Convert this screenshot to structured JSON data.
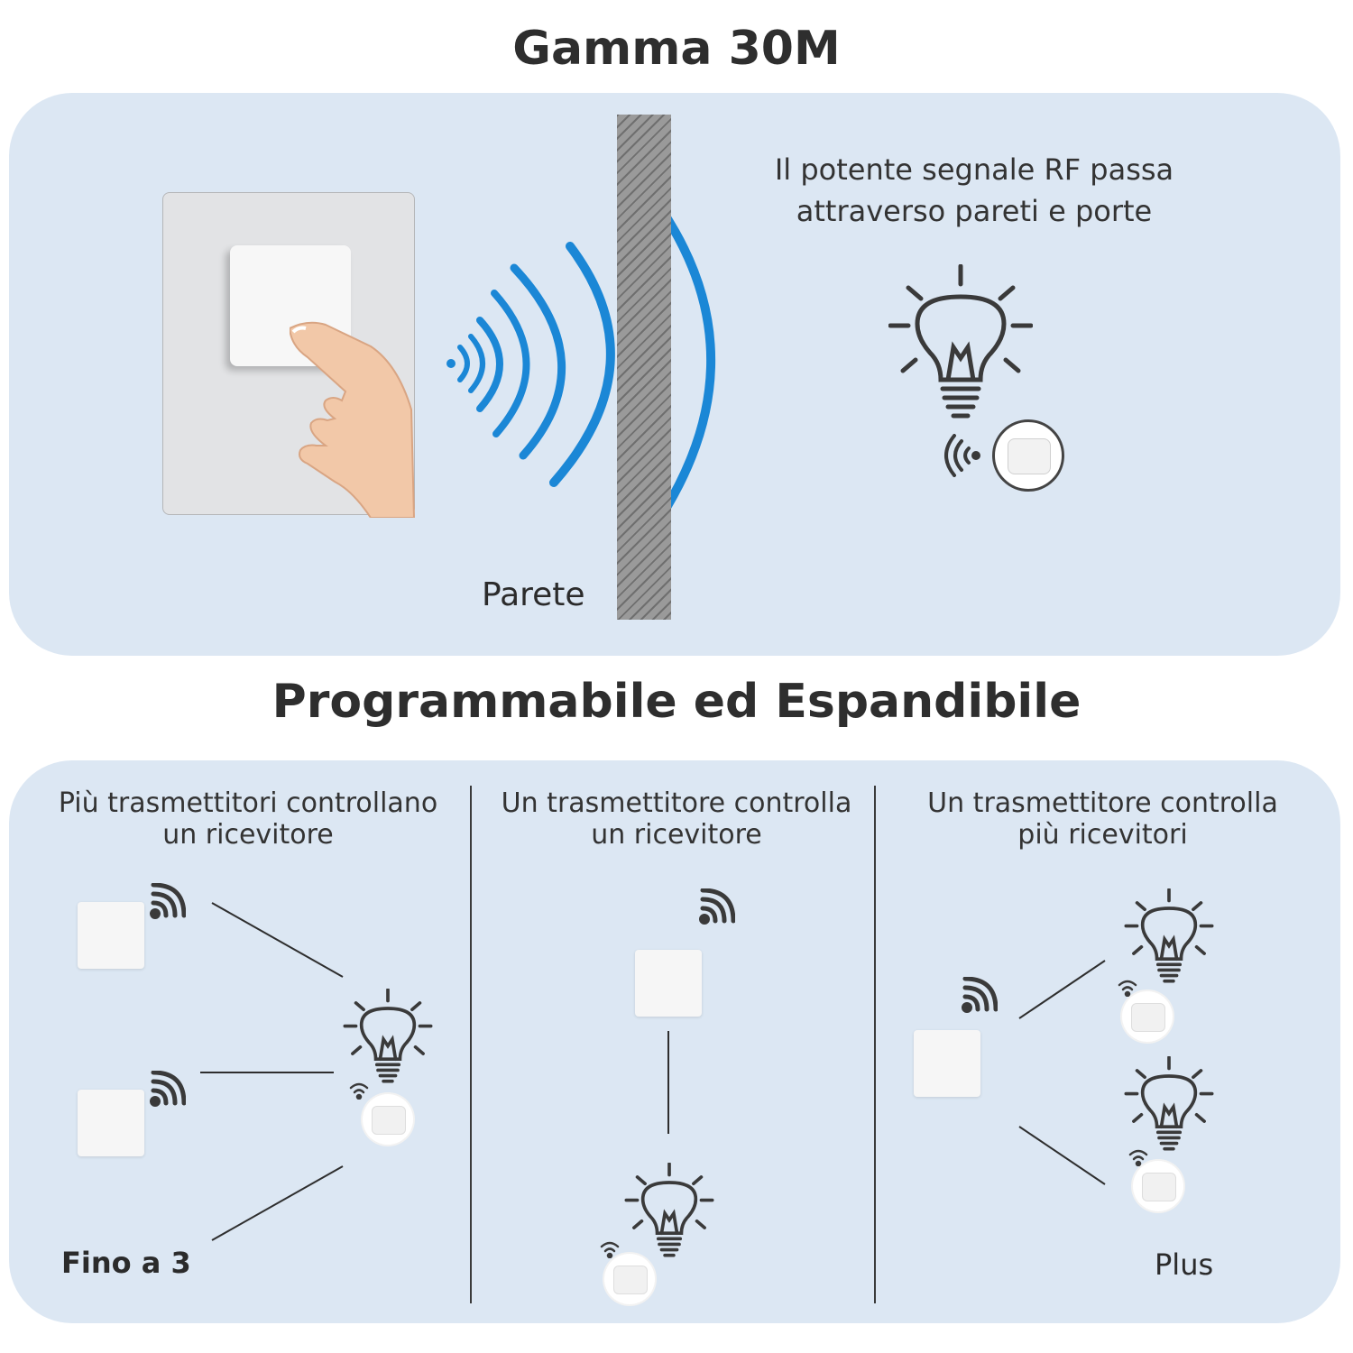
{
  "top": {
    "title": "Gamma 30M",
    "wall_label": "Parete",
    "rf_text_line1": "Il potente segnale RF passa",
    "rf_text_line2": "attraverso pareti e porte"
  },
  "bottom": {
    "title": "Programmabile ed Espandibile",
    "columns": [
      {
        "title_line1": "Più trasmettitori controllano",
        "title_line2": "un ricevitore",
        "note": "Fino a 3"
      },
      {
        "title_line1": "Un trasmettitore controlla",
        "title_line2": "un ricevitore"
      },
      {
        "title_line1": "Un trasmettitore controlla",
        "title_line2": "più ricevitori",
        "note": "Plus"
      }
    ]
  },
  "colors": {
    "panel": "#dce7f3",
    "signal": "#1b87d6",
    "text": "#2e2e2e"
  },
  "icons": [
    "switch-plate",
    "hand-icon",
    "signal-waves-icon",
    "wall",
    "bulb-icon",
    "receiver-icon",
    "wifi-icon"
  ]
}
